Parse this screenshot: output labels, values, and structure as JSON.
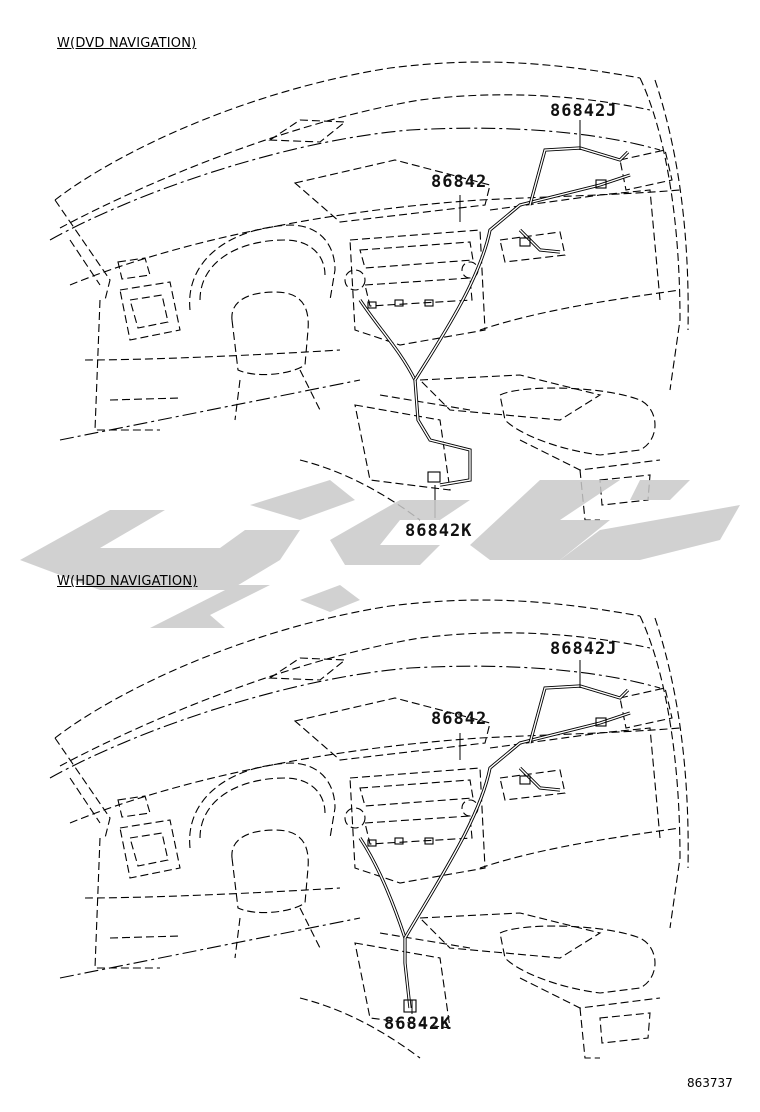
{
  "sections": [
    {
      "title": "W(DVD NAVIGATION)",
      "callouts": {
        "top_right": "86842J",
        "center": "86842",
        "bottom": "86842K"
      }
    },
    {
      "title": "W(HDD NAVIGATION)",
      "callouts": {
        "top_right": "86842J",
        "center": "86842",
        "bottom": "86842K"
      }
    }
  ],
  "doc_number": "863737",
  "watermark_icon": "arabic-logo-watermark"
}
